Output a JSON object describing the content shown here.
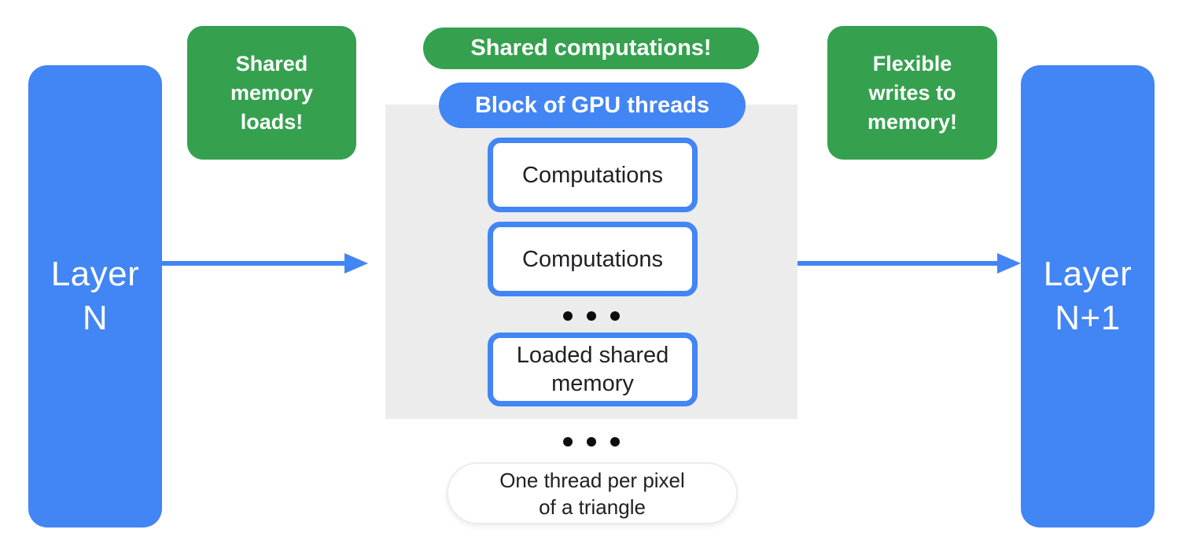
{
  "colors": {
    "blue": "#4285F4",
    "green": "#35A14F",
    "gpu_block_background": "#ECECEC",
    "dark_text": "#202124",
    "light_text": "#FFFFFF"
  },
  "layers": {
    "left": {
      "label": "Layer\nN"
    },
    "right": {
      "label": "Layer\nN+1"
    }
  },
  "callouts": {
    "shared_memory_loads": {
      "label": "Shared\nmemory\nloads!"
    },
    "shared_computations": {
      "label": "Shared computations!"
    },
    "flexible_writes": {
      "label": "Flexible\nwrites to\nmemory!"
    }
  },
  "gpu_block": {
    "label": "Block of GPU threads",
    "thread_boxes": [
      "Computations",
      "Computations"
    ],
    "shared_memory_box": "Loaded shared\nmemory"
  },
  "footnote": {
    "label": "One thread per pixel\nof a triangle"
  }
}
